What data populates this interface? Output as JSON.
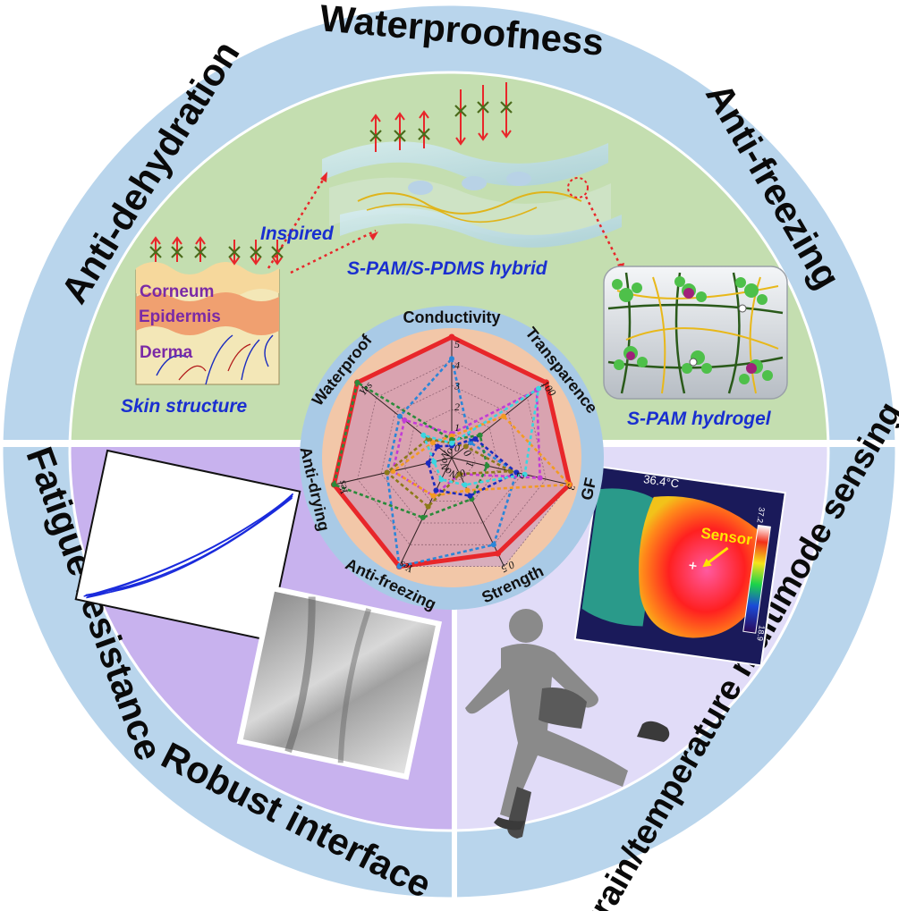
{
  "ring_labels": {
    "top": "Waterproofness",
    "upper_left": "Anti-dehydration",
    "upper_right": "Anti-freezing",
    "left": "Fatigue resistance",
    "bottom_left": "Robust interface",
    "right": "Strain/temperature multimode sensing"
  },
  "skin": {
    "corneum": "Corneum",
    "epidermis": "Epidermis",
    "derma": "Derma",
    "caption": "Skin structure"
  },
  "hybrid": {
    "inspired": "Inspired",
    "caption": "S-PAM/S-PDMS hybrid"
  },
  "hydrogel": {
    "caption": "S-PAM hydrogel"
  },
  "thermal": {
    "temperature": "36.4°C",
    "sensor_label": "Sensor",
    "scale_max": "37.2",
    "scale_min": "18.9"
  },
  "colors": {
    "ring": "#b9d5ec",
    "top_quadrant": "#c4deb0",
    "bottom_left_quadrant": "#c8b2ee",
    "bottom_right_quadrant": "#e1dcf8",
    "radar_red": "#e8262a",
    "radar_blue": "#2b86d8",
    "radar_purple": "#c33bd6",
    "radar_orange": "#f39a22"
  },
  "chart_data": {
    "type": "radar",
    "axes": [
      "Conductivity",
      "Transparence",
      "GF",
      "Strength",
      "Anti-freezing",
      "Anti-drying",
      "Waterproof"
    ],
    "tick_labels": {
      "Conductivity": [
        "0",
        "1",
        "2",
        "3",
        "4",
        "5"
      ],
      "Transparence": [
        "0",
        "100"
      ],
      "GF": [
        "1",
        "2",
        "3"
      ],
      "Strength": [
        "0",
        "0.5"
      ],
      "Anti-freezing": [
        "No",
        "Yes"
      ],
      "Anti-drying": [
        "No",
        "Yes"
      ],
      "Waterproof": [
        "No",
        "Yes"
      ]
    },
    "range": [
      0,
      1
    ],
    "series": [
      {
        "color": "#e8262a",
        "style": "solid",
        "values": [
          1.0,
          1.0,
          1.0,
          0.88,
          1.0,
          1.0,
          1.0
        ]
      },
      {
        "color": "#2b86d8",
        "style": "dashed",
        "values": [
          0.82,
          0.2,
          0.55,
          0.8,
          1.0,
          0.55,
          0.55
        ]
      },
      {
        "color": "#c33bd6",
        "style": "dashed",
        "values": [
          0.2,
          0.9,
          0.75,
          0.15,
          0.35,
          0.5,
          0.5
        ]
      },
      {
        "color": "#f39a22",
        "style": "dashed",
        "values": [
          0.18,
          0.55,
          1.0,
          0.3,
          0.35,
          0.5,
          0.2
        ]
      },
      {
        "color": "#2a8a3a",
        "style": "dashed",
        "values": [
          0.15,
          0.3,
          0.3,
          0.38,
          0.55,
          1.0,
          1.0
        ]
      },
      {
        "color": "#8c7a18",
        "style": "dashed",
        "values": [
          0.12,
          0.15,
          0.5,
          0.15,
          0.45,
          0.55,
          0.25
        ]
      },
      {
        "color": "#1a2bbf",
        "style": "dashed",
        "values": [
          0.1,
          0.25,
          0.55,
          0.35,
          0.3,
          0.2,
          0.15
        ]
      },
      {
        "color": "#3ad6e0",
        "style": "dashed",
        "values": [
          0.12,
          0.92,
          0.62,
          0.25,
          0.2,
          0.15,
          0.3
        ]
      }
    ]
  }
}
